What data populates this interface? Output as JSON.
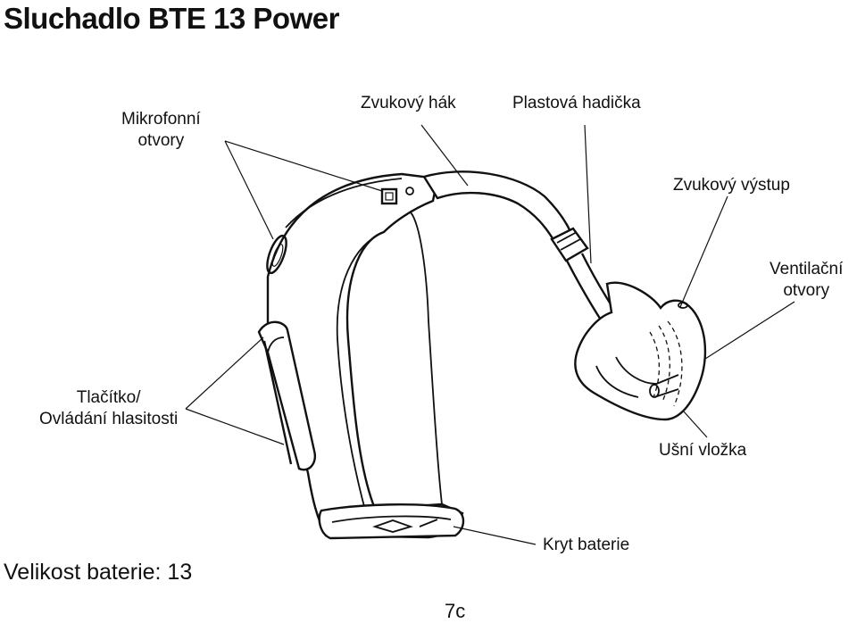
{
  "title": "Sluchadlo BTE 13 Power",
  "labels": {
    "microphone_openings_line1": "Mikrofonní",
    "microphone_openings_line2": "otvory",
    "sound_hook": "Zvukový hák",
    "plastic_tube": "Plastová hadička",
    "sound_outlet": "Zvukový výstup",
    "vent_openings_line1": "Ventilační",
    "vent_openings_line2": "otvory",
    "button_line1": "Tlačítko/",
    "button_line2": "Ovládání hlasitosti",
    "earmold": "Ušní vložka",
    "battery_cover": "Kryt baterie"
  },
  "battery_size": "Velikost baterie: 13",
  "page_number": "7c"
}
